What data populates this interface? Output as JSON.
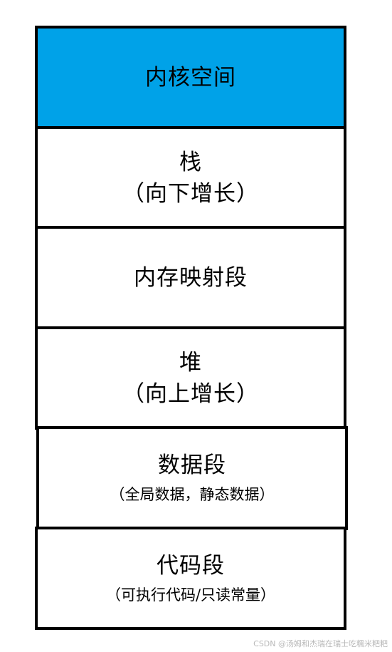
{
  "segments": [
    {
      "label": "内核空间",
      "note": "",
      "fill": "#00a2e8"
    },
    {
      "label": "栈",
      "note": "（向下增长）",
      "fill": "#ffffff"
    },
    {
      "label": "内存映射段",
      "note": "",
      "fill": "#ffffff"
    },
    {
      "label": "堆",
      "note": "（向上增长）",
      "fill": "#ffffff"
    },
    {
      "label": "数据段",
      "note": "（全局数据，静态数据）",
      "fill": "#ffffff"
    },
    {
      "label": "代码段",
      "note": "（可执行代码/只读常量）",
      "fill": "#ffffff"
    }
  ],
  "watermark": "CSDN @汤姆和杰瑞在瑞士吃糯米粑粑"
}
